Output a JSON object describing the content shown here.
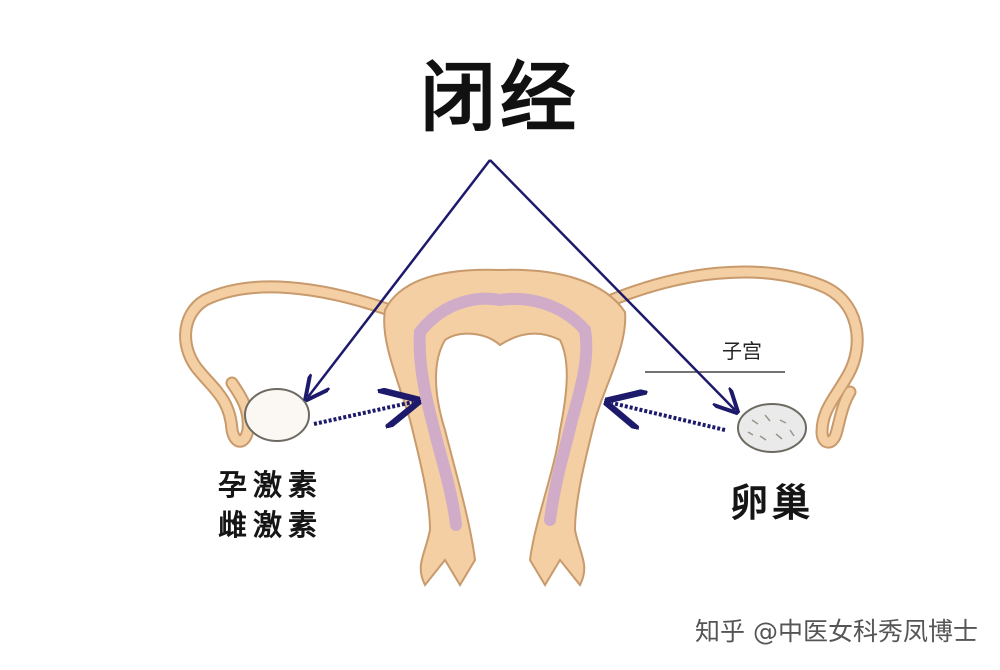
{
  "title": "闭经",
  "labels": {
    "progesterone": "孕激素",
    "estrogen": "雌激素",
    "ovary": "卵巢",
    "uterus": "子宫"
  },
  "watermark": "知乎 @中医女科秀凤博士",
  "colors": {
    "uterus_fill": "#f3cfa3",
    "uterus_outline": "#c89a6c",
    "endometrium": "#c9a6cf",
    "arrow": "#1d1a6b",
    "text": "#151515"
  }
}
